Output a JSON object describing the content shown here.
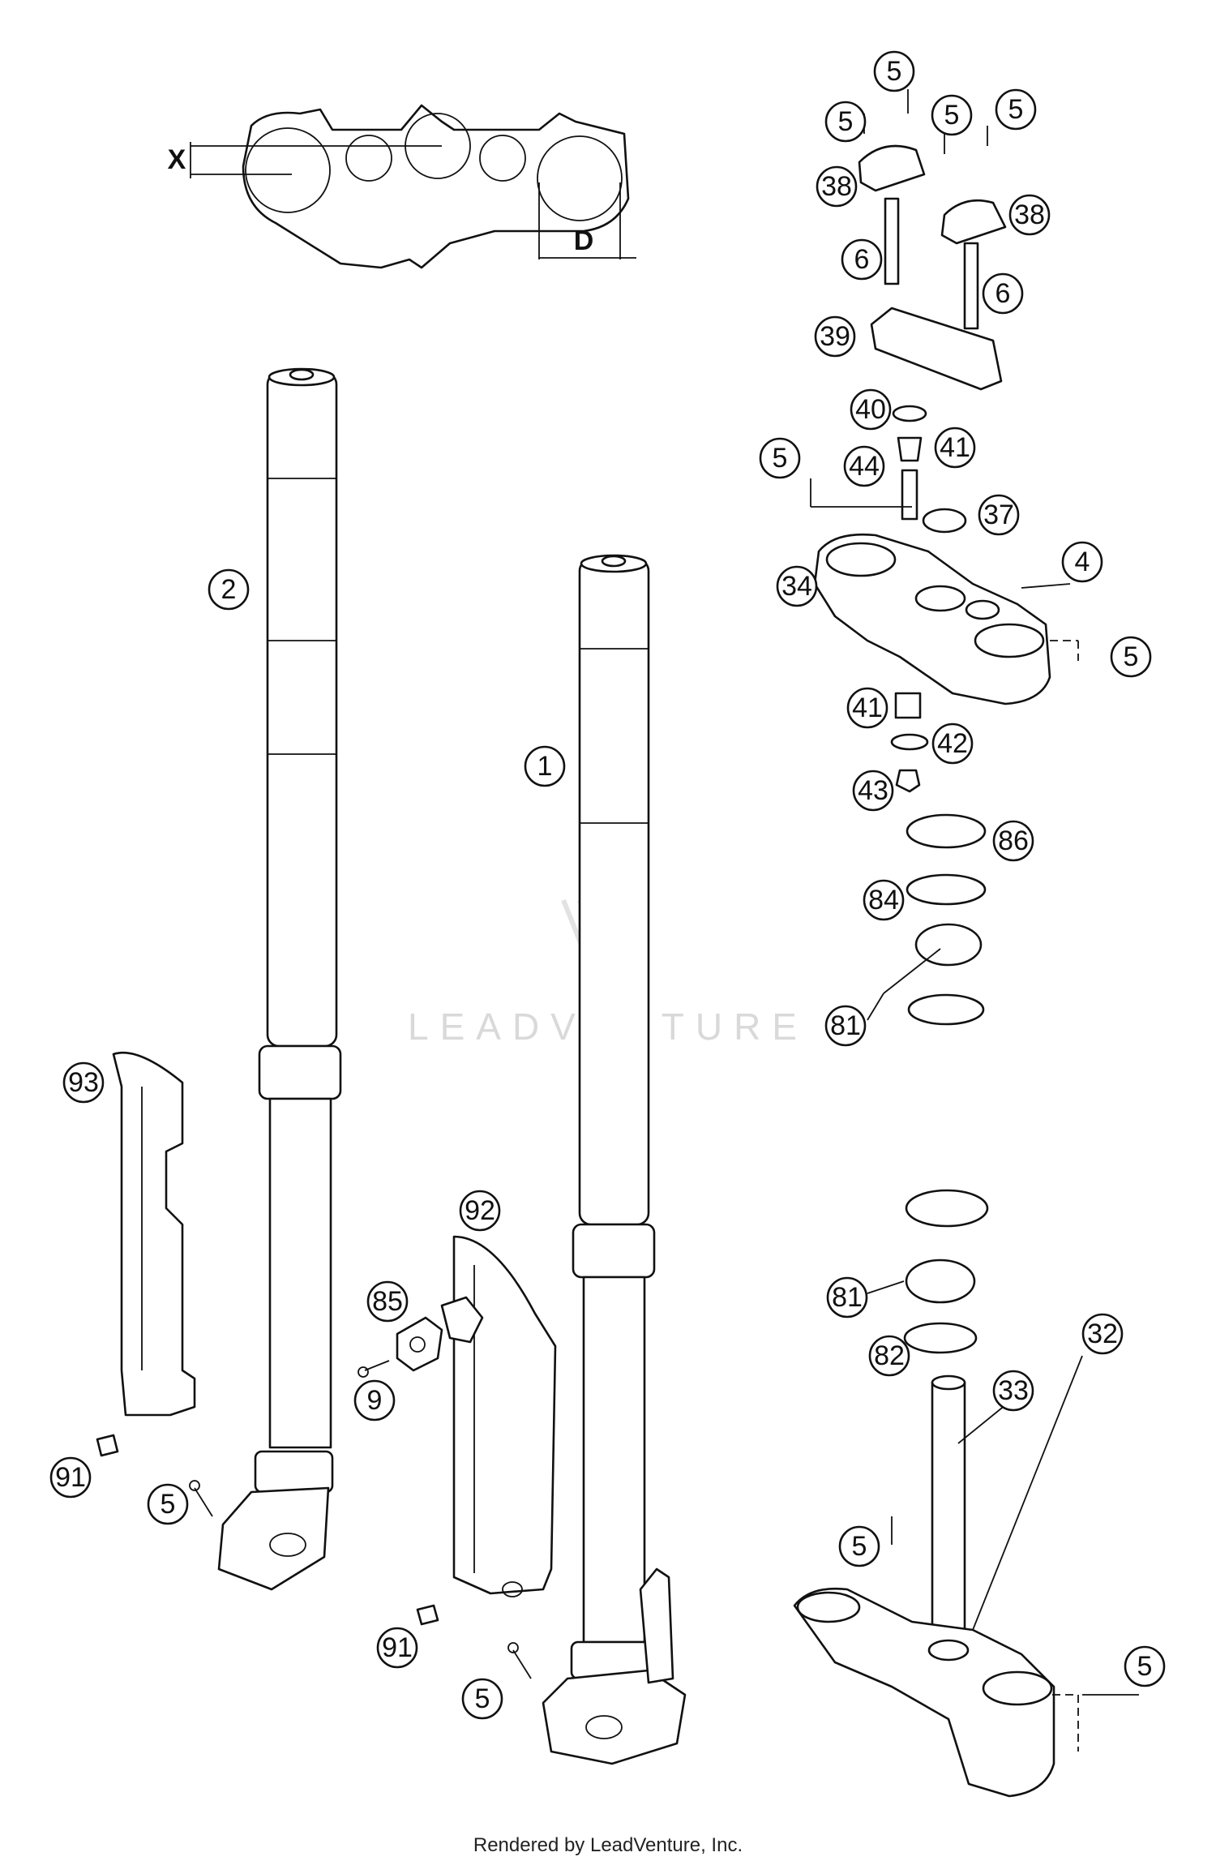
{
  "diagram": {
    "dimension_labels": {
      "x": "X",
      "d": "D"
    },
    "watermark": "LEADVENTURE",
    "footer": "Rendered by LeadVenture, Inc.",
    "callouts": [
      {
        "id": "c-5a",
        "label": "5"
      },
      {
        "id": "c-5b",
        "label": "5"
      },
      {
        "id": "c-5c",
        "label": "5"
      },
      {
        "id": "c-5d",
        "label": "5"
      },
      {
        "id": "c-38a",
        "label": "38"
      },
      {
        "id": "c-38b",
        "label": "38"
      },
      {
        "id": "c-6a",
        "label": "6"
      },
      {
        "id": "c-6b",
        "label": "6"
      },
      {
        "id": "c-39",
        "label": "39"
      },
      {
        "id": "c-40",
        "label": "40"
      },
      {
        "id": "c-41a",
        "label": "41"
      },
      {
        "id": "c-5e",
        "label": "5"
      },
      {
        "id": "c-44",
        "label": "44"
      },
      {
        "id": "c-37",
        "label": "37"
      },
      {
        "id": "c-4",
        "label": "4"
      },
      {
        "id": "c-34",
        "label": "34"
      },
      {
        "id": "c-5f",
        "label": "5"
      },
      {
        "id": "c-41b",
        "label": "41"
      },
      {
        "id": "c-42",
        "label": "42"
      },
      {
        "id": "c-43",
        "label": "43"
      },
      {
        "id": "c-86",
        "label": "86"
      },
      {
        "id": "c-84",
        "label": "84"
      },
      {
        "id": "c-81a",
        "label": "81"
      },
      {
        "id": "c-2",
        "label": "2"
      },
      {
        "id": "c-1",
        "label": "1"
      },
      {
        "id": "c-93",
        "label": "93"
      },
      {
        "id": "c-92",
        "label": "92"
      },
      {
        "id": "c-85",
        "label": "85"
      },
      {
        "id": "c-9",
        "label": "9"
      },
      {
        "id": "c-91a",
        "label": "91"
      },
      {
        "id": "c-5g",
        "label": "5"
      },
      {
        "id": "c-91b",
        "label": "91"
      },
      {
        "id": "c-5h",
        "label": "5"
      },
      {
        "id": "c-81b",
        "label": "81"
      },
      {
        "id": "c-82",
        "label": "82"
      },
      {
        "id": "c-32",
        "label": "32"
      },
      {
        "id": "c-33",
        "label": "33"
      },
      {
        "id": "c-5i",
        "label": "5"
      },
      {
        "id": "c-5j",
        "label": "5"
      }
    ]
  }
}
